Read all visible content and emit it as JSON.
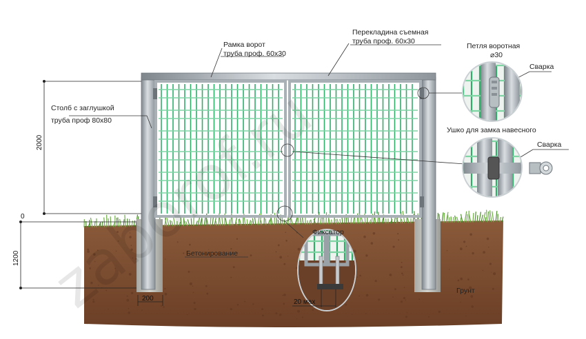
{
  "labels": {
    "frame_title": "Рамка ворот",
    "frame_pipe": "труба проф. 60x30",
    "crossbar_title": "Перекладина съемная",
    "crossbar_pipe": "труба проф. 60x30",
    "hinge_title": "Петля воротная",
    "hinge_size": "⌀30",
    "weld_1": "Сварка",
    "lock_eye": "Ушко для замка навесного",
    "weld_2": "Сварка",
    "post_title": "Столб с заглушкой",
    "post_pipe": "труба проф 80x80",
    "concreting": "Бетонирование",
    "latch": "Фиксатор",
    "soil": "Грунт"
  },
  "dimensions": {
    "height_above": "2000",
    "zero": "0",
    "depth_below": "1200",
    "post_width": "200",
    "latch_gap": "20 мах"
  },
  "watermark": "zaborof.ru",
  "colors": {
    "mesh": "#2fae6a",
    "mesh_light": "#7fd4a4",
    "frame": "#9aa2a8",
    "soil": "#7a4a2e",
    "grass": "#4f8f2f"
  }
}
